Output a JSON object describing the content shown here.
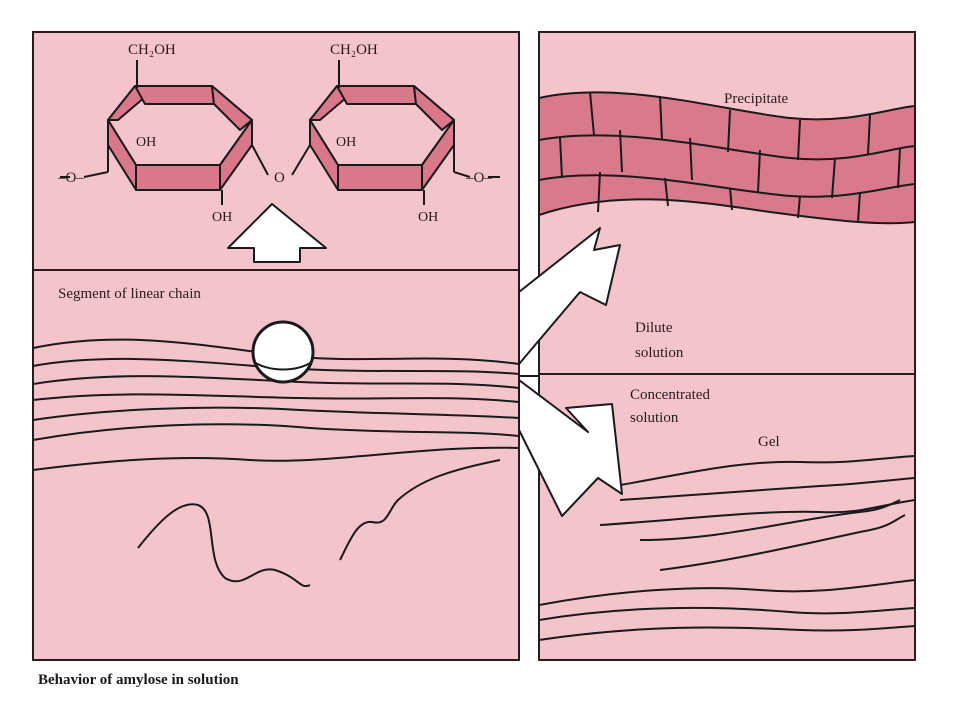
{
  "figure": {
    "caption": "Behavior of amylose in solution",
    "colors": {
      "panel": "#f4c4cd",
      "ring_face": "#d9788a",
      "brick": "#d97a8c",
      "line": "#1a1a1a",
      "arrow": "#ffffff"
    }
  },
  "structure": {
    "ring1_top": "CH₂OH",
    "ring1_oh": "OH",
    "ring1_bottom_oh": "OH",
    "ring2_top": "CH₂OH",
    "ring2_oh": "OH",
    "ring2_bottom_oh": "OH",
    "left_link": "–O–",
    "middle_link": "O",
    "right_link": "–O–"
  },
  "labels": {
    "segment": "Segment of linear chain",
    "precipitate": "Precipitate",
    "dilute_line1": "Dilute",
    "dilute_line2": "solution",
    "concentrated_line1": "Concentrated",
    "concentrated_line2": "solution",
    "gel": "Gel"
  }
}
